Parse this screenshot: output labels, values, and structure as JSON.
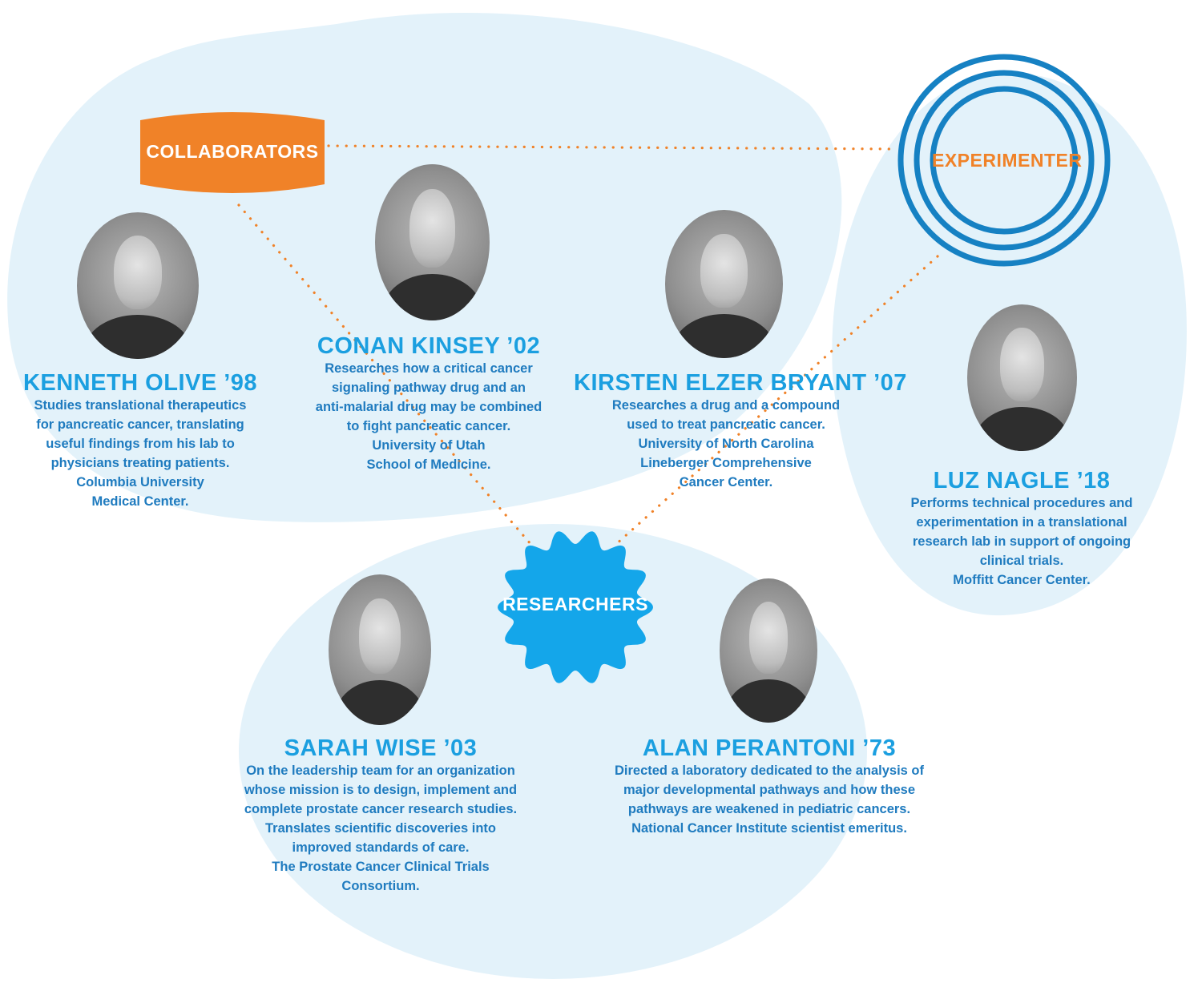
{
  "labels": {
    "collaborators": "COLLABORATORS",
    "experimenter": "EXPERIMENTER",
    "researchers": "RESEARCHERS"
  },
  "colors": {
    "bubble": "#e3f2fa",
    "accent_orange": "#f08228",
    "accent_blue": "#1b9fe0",
    "ring_blue": "#1681c3",
    "text_blue": "#1f7bbf"
  },
  "people": {
    "olive": {
      "name": "KENNETH OLIVE ’98",
      "bio": [
        "Studies translational therapeutics",
        "for pancreatic cancer, translating",
        "useful findings from his lab to",
        "physicians treating patients.",
        "Columbia University",
        "Medical Center."
      ]
    },
    "kinsey": {
      "name": "CONAN KINSEY ’02",
      "bio": [
        "Researches how a critical cancer",
        "signaling pathway drug and an",
        "anti-malarial drug may be combined",
        "to fight pancreatic cancer.",
        "University of Utah",
        "School of Medicine."
      ]
    },
    "bryant": {
      "name": "KIRSTEN ELZER BRYANT ’07",
      "bio": [
        "Researches a drug and a compound",
        "used to treat pancreatic cancer.",
        "University of North Carolina",
        "Lineberger Comprehensive",
        "Cancer Center."
      ]
    },
    "nagle": {
      "name": "LUZ NAGLE ’18",
      "bio": [
        "Performs technical procedures and",
        "experimentation in a translational",
        "research lab in support of ongoing",
        "clinical trials.",
        "Moffitt Cancer Center."
      ]
    },
    "wise": {
      "name": "SARAH WISE ’03",
      "bio": [
        "On the leadership team for an organization",
        "whose mission is to design, implement and",
        "complete prostate cancer research studies.",
        "Translates scientific discoveries into",
        "improved standards of care.",
        "The Prostate Cancer Clinical Trials",
        "Consortium."
      ]
    },
    "perantoni": {
      "name": "ALAN PERANTONI ’73",
      "bio": [
        "Directed a laboratory dedicated to the analysis of",
        "major developmental pathways and how these",
        "pathways are weakened in pediatric cancers.",
        "National Cancer Institute scientist emeritus."
      ]
    }
  }
}
